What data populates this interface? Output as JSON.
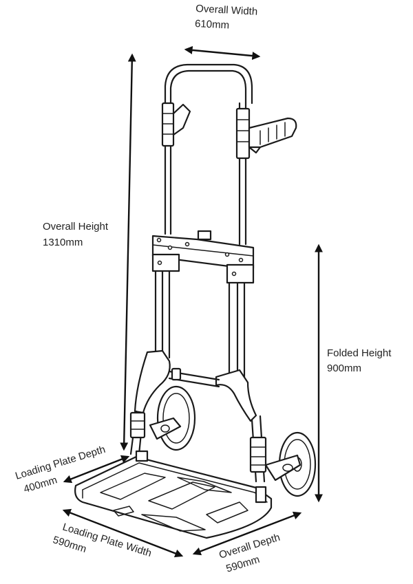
{
  "dimensions": [
    {
      "id": "overall-width",
      "title": "Overall Width",
      "value": "610mm"
    },
    {
      "id": "overall-height",
      "title": "Overall Height",
      "value": "1310mm"
    },
    {
      "id": "folded-height",
      "title": "Folded Height",
      "value": "900mm"
    },
    {
      "id": "loading-plate-depth",
      "title": "Loading Plate Depth",
      "value": "400mm"
    },
    {
      "id": "loading-plate-width",
      "title": "Loading Plate Width",
      "value": "590mm"
    },
    {
      "id": "overall-depth",
      "title": "Overall Depth",
      "value": "590mm"
    }
  ],
  "colors": {
    "line": "#1a1a1a",
    "background": "#ffffff",
    "text": "#222222"
  }
}
